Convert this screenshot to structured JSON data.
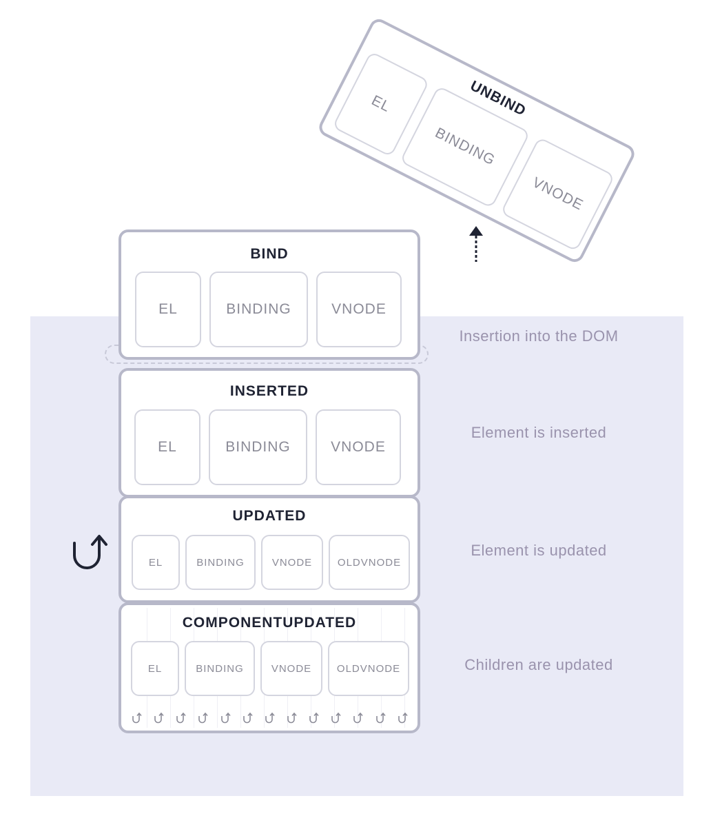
{
  "unbind": {
    "title": "UNBIND",
    "args": [
      "EL",
      "BINDING",
      "VNODE"
    ]
  },
  "bind": {
    "title": "BIND",
    "args": [
      "EL",
      "BINDING",
      "VNODE"
    ]
  },
  "inserted": {
    "title": "INSERTED",
    "args": [
      "EL",
      "BINDING",
      "VNODE"
    ]
  },
  "updated": {
    "title": "UPDATED",
    "args": [
      "EL",
      "BINDING",
      "VNODE",
      "OLDVNODE"
    ]
  },
  "componentupdated": {
    "title": "COMPONENTUPDATED",
    "args": [
      "EL",
      "BINDING",
      "VNODE",
      "OLDVNODE"
    ]
  },
  "notes": {
    "insertion": "Insertion into the DOM",
    "inserted": "Element is inserted",
    "updated": "Element is updated",
    "children": "Children are updated"
  },
  "icons": {
    "unbind_arrow": "dashed-up-arrow-icon",
    "update_loop": "loop-arrow-icon",
    "child_loop": "small-loop-arrow-icon"
  },
  "colors": {
    "dom_area": "#e9eaf6",
    "hook_border": "#b7b8c9",
    "title_text": "#1f2333",
    "arg_text": "#8b8b97",
    "note_text": "#9a93ad"
  }
}
